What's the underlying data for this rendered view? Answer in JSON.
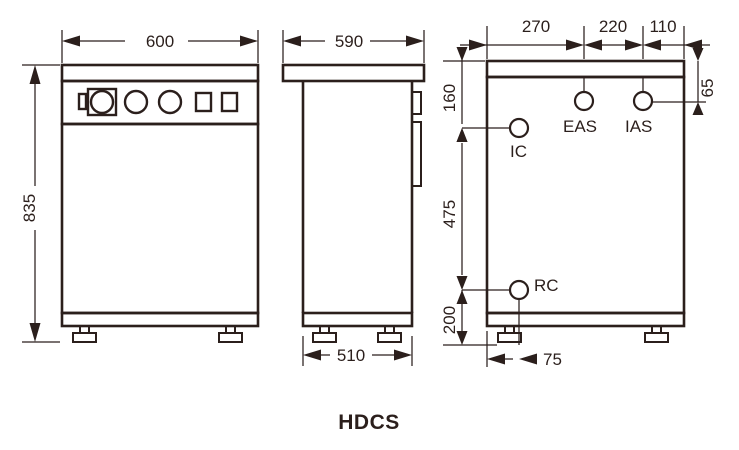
{
  "drawing": {
    "title": "HDCS",
    "units": "mm",
    "views": [
      {
        "name": "front-view",
        "label": ""
      },
      {
        "name": "side-view",
        "label": ""
      },
      {
        "name": "rear-view",
        "label": ""
      }
    ],
    "dimensions": {
      "front_width": "600",
      "front_height": "835",
      "side_width": "590",
      "side_base_width": "510",
      "rear_top_270": "270",
      "rear_top_220": "220",
      "rear_top_110": "110",
      "rear_right_65": "65",
      "rear_left_160": "160",
      "rear_left_475": "475",
      "rear_left_200": "200",
      "rear_bottom_75": "75"
    },
    "ports": [
      {
        "id": "IC",
        "label": "IC"
      },
      {
        "id": "EAS",
        "label": "EAS"
      },
      {
        "id": "IAS",
        "label": "IAS"
      },
      {
        "id": "RC",
        "label": "RC"
      }
    ],
    "control_panel": {
      "elements": [
        "indicator-slot",
        "dial-knob",
        "knob-1",
        "knob-2",
        "button-1",
        "button-2"
      ]
    },
    "colors": {
      "line": "#2b1f1c",
      "background": "#ffffff"
    }
  }
}
